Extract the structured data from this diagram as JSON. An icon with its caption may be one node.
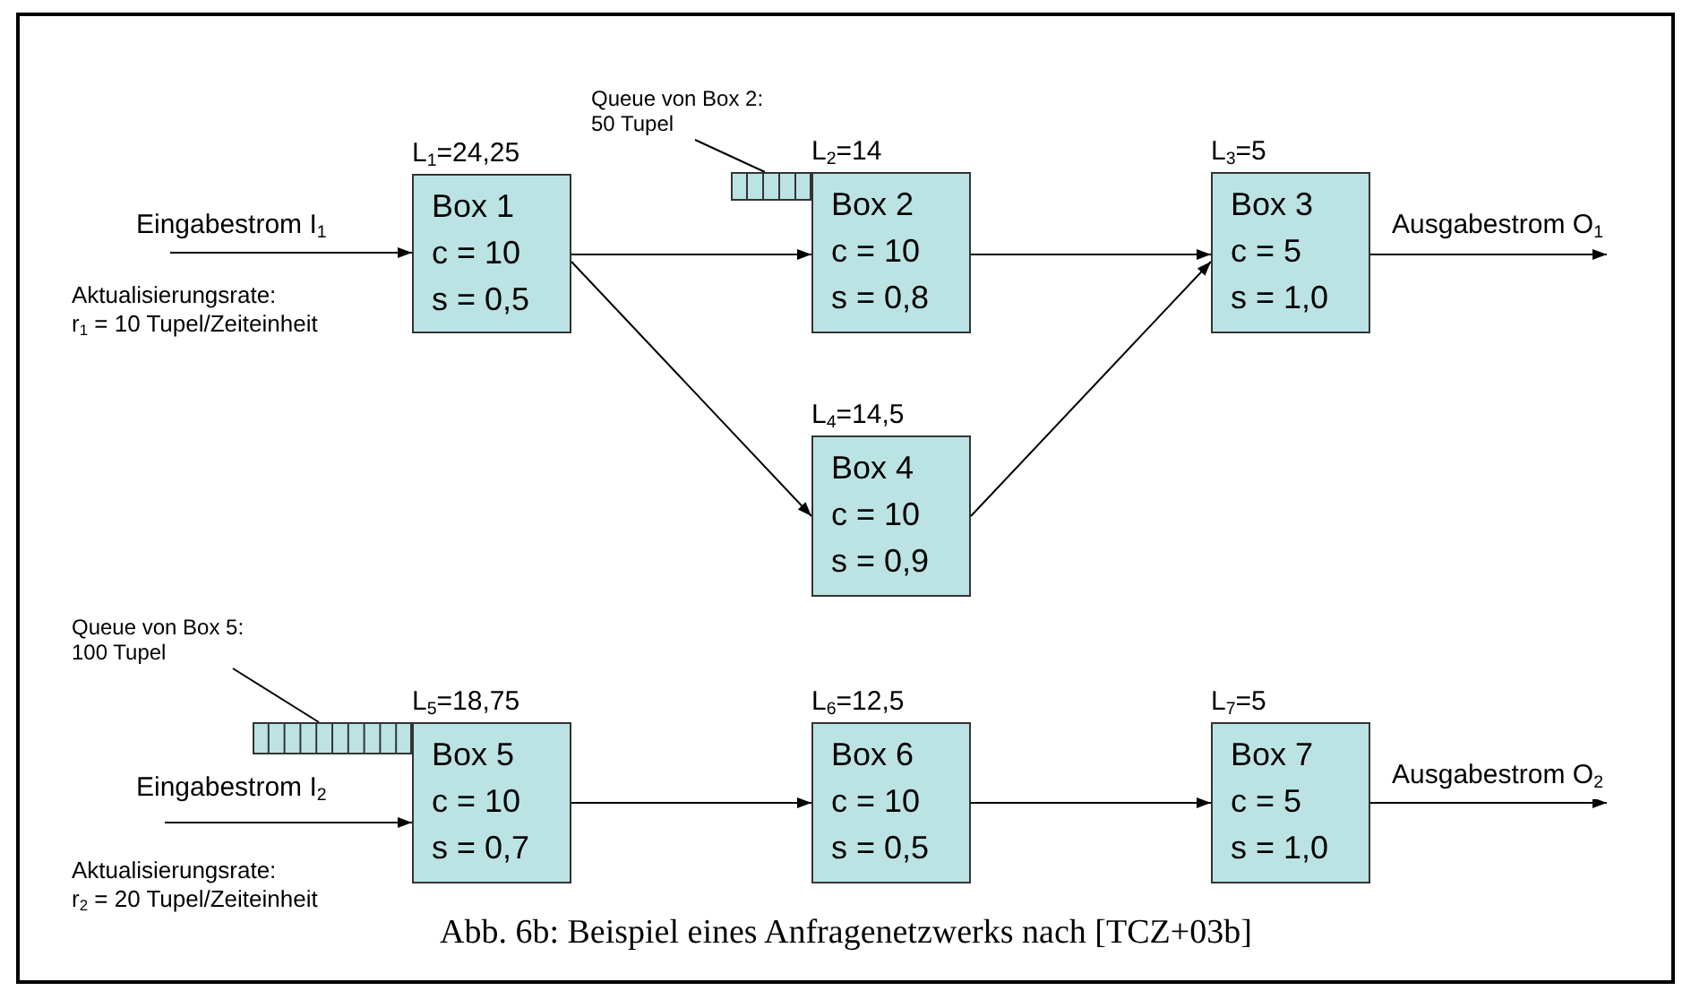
{
  "diagram": {
    "caption": "Abb. 6b: Beispiel eines Anfragenetzwerks nach [TCZ+03b]",
    "nodes": [
      {
        "text": [
          "Box 1",
          "c = 10",
          "s = 0,5"
        ],
        "beside": [
          "L$_{1}$=24,25"
        ]
      },
      {
        "text": [
          "Queue von Box 2: 50 Tupel"
        ]
      },
      {
        "text": [],
        "shape": "bar"
      },
      {
        "text": [
          "Box 2",
          "c = 10",
          "s = 0,8"
        ],
        "beside": [
          "L$_{2}$=14"
        ]
      },
      {
        "text": [
          "Box 3",
          "c = 5",
          "s = 1,0"
        ],
        "beside": [
          "L$_{3}$=5"
        ]
      },
      {
        "text": [
          "Box 4",
          "c = 10",
          "s = 0,9"
        ],
        "beside": [
          "L$_{4}$=14,5"
        ]
      },
      {
        "text": [
          "Queue von Box 5: 100 Tupel"
        ]
      },
      {
        "text": [],
        "shape": "bar"
      },
      {
        "text": [
          "Box 5",
          "c = 10",
          "s = 0,7"
        ],
        "beside": [
          "L$_{5}$=18,75"
        ]
      },
      {
        "text": [
          "Box 6",
          "c = 10",
          "s = 0,5"
        ],
        "beside": [
          "L$_{6}$=12,5"
        ]
      },
      {
        "text": [
          "Box 7",
          "c = 5",
          "s = 1,0"
        ],
        "beside": [
          "L$_{7}$=5"
        ]
      }
    ],
    "edges": [
      {
        "from": null,
        "to": 0,
        "arrow": "to",
        "label": "Eingabestrom I$_{1}$"
      },
      {
        "from": 0,
        "to": 3,
        "arrow": "to"
      },
      {
        "from": 0,
        "to": 5,
        "arrow": "to"
      },
      {
        "from": 3,
        "to": 4,
        "arrow": "to"
      },
      {
        "from": 5,
        "to": 4,
        "arrow": "to"
      },
      {
        "from": 4,
        "to": null,
        "arrow": "to",
        "label": "Ausgabestrom O$_{1}$"
      },
      {
        "from": 1,
        "to": 2,
        "arrow": "none"
      },
      {
        "from": null,
        "to": 8,
        "arrow": "to",
        "label": "Eingabestrom I$_{2}$"
      },
      {
        "from": 8,
        "to": 9,
        "arrow": "to"
      },
      {
        "from": 9,
        "to": 10,
        "arrow": "to"
      },
      {
        "from": 10,
        "to": null,
        "arrow": "to",
        "label": "Ausgabestrom O$_{2}$"
      },
      {
        "from": 6,
        "to": 7,
        "arrow": "none"
      }
    ],
    "labels": [
      "Aktualisierungsrate: r$_{1}$ = 10 Tupel/Zeiteinheit",
      "Aktualisierungsrate: r$_{2}$ = 20 Tupel/Zeiteinheit"
    ]
  }
}
